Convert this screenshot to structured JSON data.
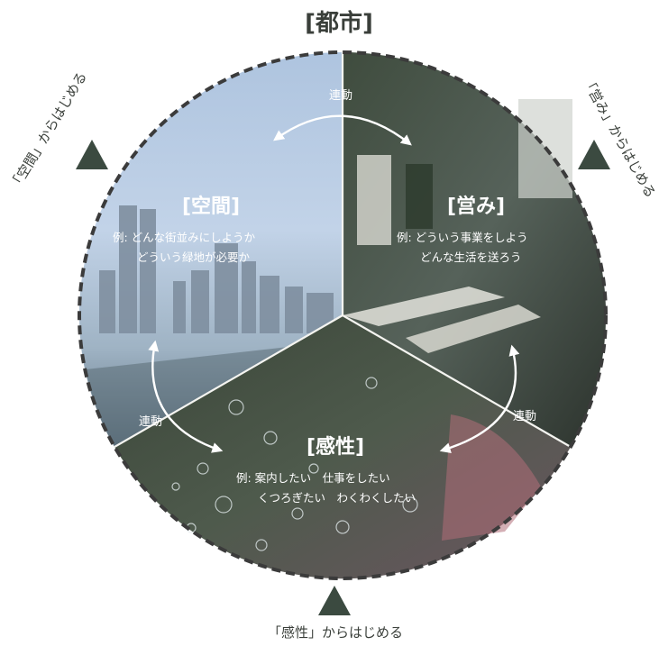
{
  "title": "[都市]",
  "sectors": {
    "space": {
      "heading": "[空間]",
      "example_line1": "例: どんな街並みにしようか",
      "example_line2": "どういう緑地が必要か"
    },
    "activity": {
      "heading": "[営み]",
      "example_line1": "例: どういう事業をしよう",
      "example_line2": "どんな生活を送ろう"
    },
    "sensibility": {
      "heading": "[感性]",
      "example_line1": "例: 案内したい　仕事をしたい",
      "example_line2": "くつろぎたい　わくわくしたい"
    }
  },
  "links": {
    "top": "連動",
    "left": "連動",
    "right": "連動"
  },
  "start_labels": {
    "left": "「空間」からはじめる",
    "right": "「営み」からはじめる",
    "bottom": "「感性」からはじめる"
  },
  "colors": {
    "marker": "#3b4a40",
    "title": "#3a3f3a",
    "circle_border": "#3b3b3b"
  }
}
